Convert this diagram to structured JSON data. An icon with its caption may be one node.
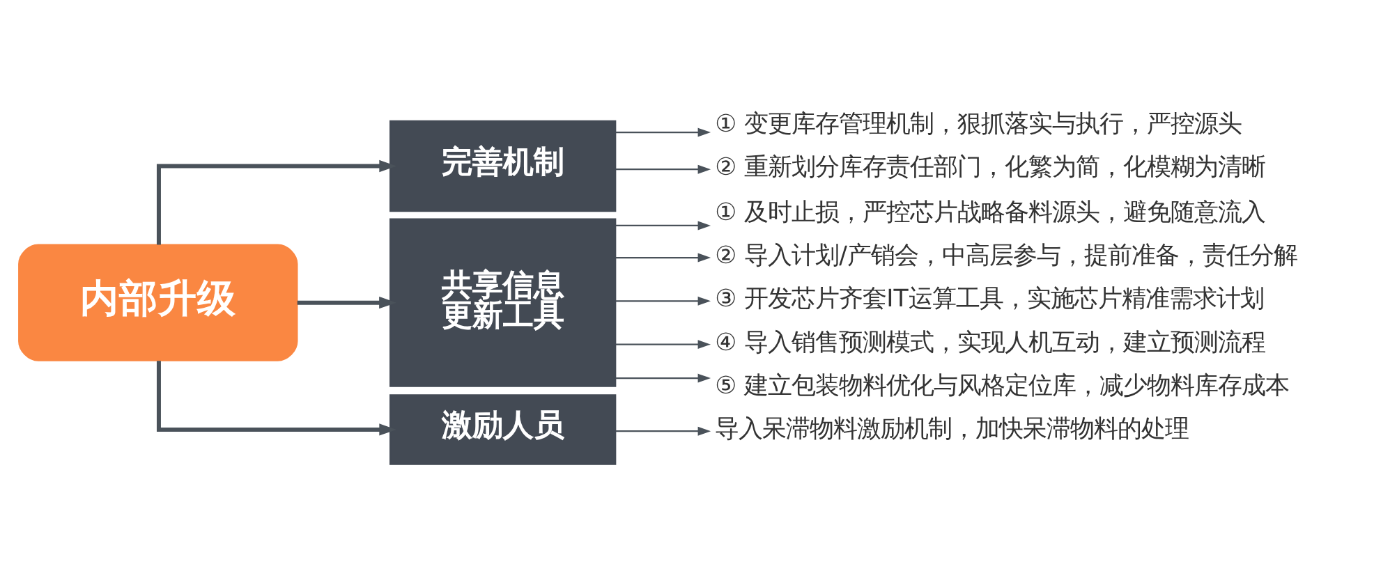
{
  "diagram": {
    "nodes": [
      {
        "text": [
          "内部升级"
        ]
      },
      {
        "text": [
          "完善机制"
        ]
      },
      {
        "text": [
          "① 变更库存管理机制，狠抓落实与执行，严控源头"
        ]
      },
      {
        "text": [
          "② 重新划分库存责任部门，化繁为简，化模糊为清晰"
        ]
      },
      {
        "text": [
          "共享信息更新工具"
        ]
      },
      {
        "text": [
          "① 及时止损，严控芯片战略备料源头，避免随意流入"
        ]
      },
      {
        "text": [
          "② 导入计划/产销会，中高层参与，提前准备，责任分解"
        ]
      },
      {
        "text": [
          "③ 开发芯片齐套IT运算工具，实施芯片精准需求计划"
        ]
      },
      {
        "text": [
          "④ 导入销售预测模式，实现人机互动，建立预测流程"
        ]
      },
      {
        "text": [
          "⑤ 建立包装物料优化与风格定位库，减少物料库存成本"
        ]
      },
      {
        "text": [
          "激励人员"
        ]
      },
      {
        "text": [
          "导入呆滞物料激励机制，加快呆滞物料的处理"
        ]
      }
    ],
    "edges": [
      {
        "from": 0,
        "to": 1,
        "arrow": "to",
        "style": "thick"
      },
      {
        "from": 0,
        "to": 4,
        "arrow": "to",
        "style": "thick"
      },
      {
        "from": 0,
        "to": 10,
        "arrow": "to",
        "style": "thick"
      },
      {
        "from": 1,
        "to": 2,
        "arrow": "to"
      },
      {
        "from": 1,
        "to": 3,
        "arrow": "to"
      },
      {
        "from": 4,
        "to": 5,
        "arrow": "to"
      },
      {
        "from": 4,
        "to": 6,
        "arrow": "to"
      },
      {
        "from": 4,
        "to": 7,
        "arrow": "to"
      },
      {
        "from": 4,
        "to": 8,
        "arrow": "to"
      },
      {
        "from": 4,
        "to": 9,
        "arrow": "to"
      },
      {
        "from": 10,
        "to": 11,
        "arrow": "to"
      }
    ]
  }
}
